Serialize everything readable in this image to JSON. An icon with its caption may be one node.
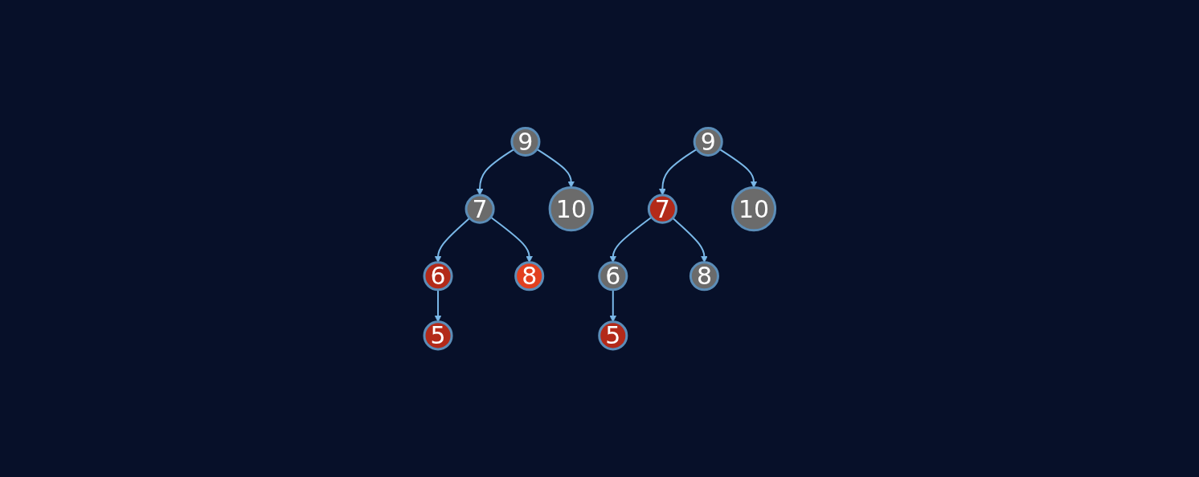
{
  "diagram": {
    "nodes": [
      {
        "text": [
          "9"
        ]
      },
      {
        "text": [
          "7"
        ]
      },
      {
        "text": [
          "10"
        ]
      },
      {
        "text": [
          "6"
        ]
      },
      {
        "text": [
          "8"
        ]
      },
      {
        "text": [
          "5"
        ]
      },
      {
        "text": [
          "9"
        ]
      },
      {
        "text": [
          "7"
        ]
      },
      {
        "text": [
          "10"
        ]
      },
      {
        "text": [
          "6"
        ]
      },
      {
        "text": [
          "8"
        ]
      },
      {
        "text": [
          "5"
        ]
      }
    ],
    "edges": [
      {
        "from": 0,
        "to": 1,
        "arrow": "to"
      },
      {
        "from": 0,
        "to": 2,
        "arrow": "to"
      },
      {
        "from": 1,
        "to": 3,
        "arrow": "to"
      },
      {
        "from": 1,
        "to": 4,
        "arrow": "to"
      },
      {
        "from": 3,
        "to": 5,
        "arrow": "to"
      },
      {
        "from": 6,
        "to": 7,
        "arrow": "to"
      },
      {
        "from": 6,
        "to": 8,
        "arrow": "to"
      },
      {
        "from": 7,
        "to": 9,
        "arrow": "to"
      },
      {
        "from": 7,
        "to": 10,
        "arrow": "to"
      },
      {
        "from": 9,
        "to": 11,
        "arrow": "to"
      }
    ]
  }
}
